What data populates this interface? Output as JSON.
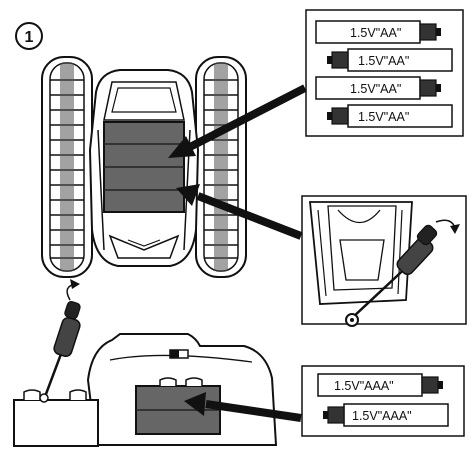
{
  "step_number": "①",
  "main_batteries": {
    "battery_1": "1.5V\"AA\"",
    "battery_2": "1.5V\"AA\"",
    "battery_3": "1.5V\"AA\"",
    "battery_4": "1.5V\"AA\""
  },
  "remote_batteries": {
    "battery_1": "1.5V\"AAA\"",
    "battery_2": "1.5V\"AAA\""
  }
}
